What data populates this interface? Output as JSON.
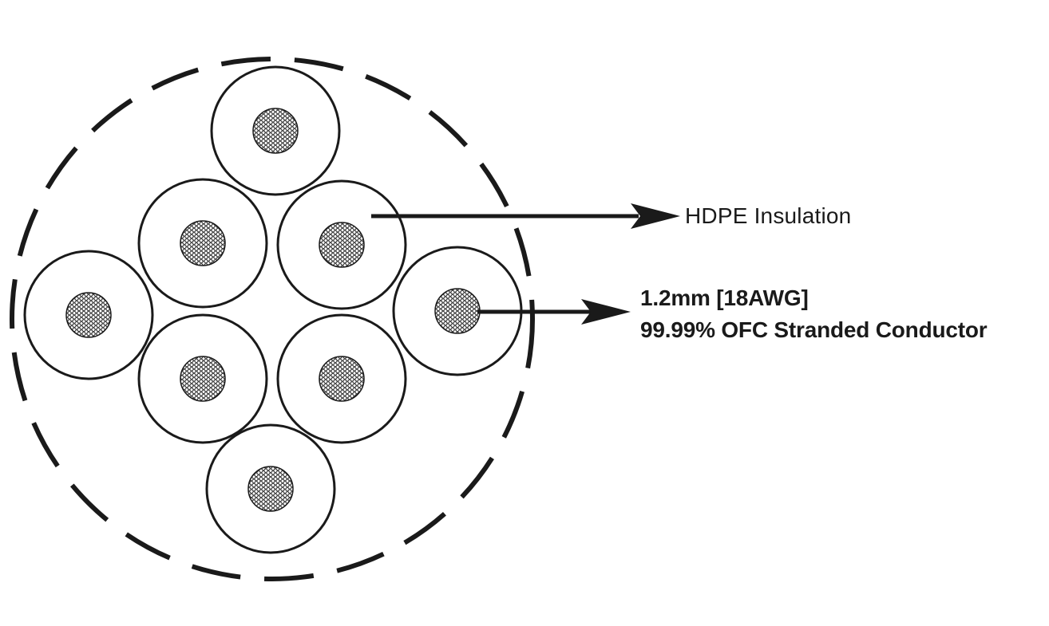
{
  "callouts": {
    "insulation": "HDPE Insulation",
    "conductor_size": "1.2mm [18AWG]",
    "conductor_type": "99.99% OFC Stranded Conductor"
  },
  "cores": [
    "core-top",
    "core-upper-left",
    "core-upper-right",
    "core-left",
    "core-right",
    "core-lower-left",
    "core-lower-right",
    "core-bottom"
  ],
  "colors": {
    "stroke": "#1a1a1a",
    "background": "#ffffff",
    "strand": "#1a1a1a"
  }
}
